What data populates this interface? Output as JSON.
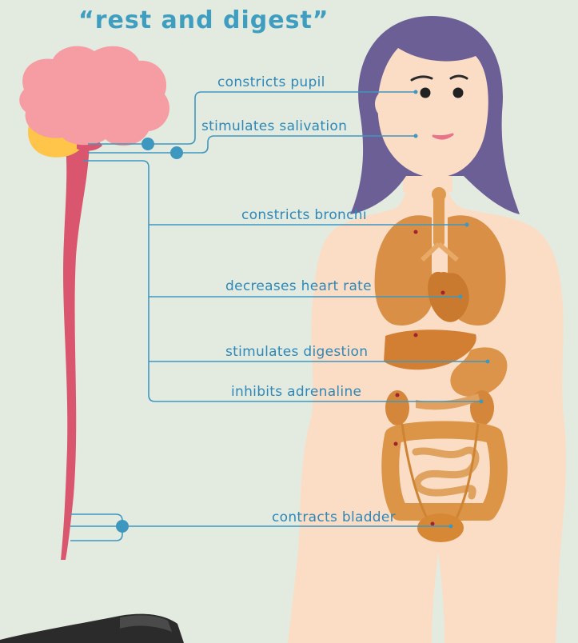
{
  "title": "“rest and digest”",
  "labels": {
    "pupil": "constricts pupil",
    "salivation": "stimulates salivation",
    "bronchi": "constricts bronchi",
    "heart": "decreases heart rate",
    "digestion": "stimulates digestion",
    "adrenaline": "inhibits adrenaline",
    "bladder": "contracts bladder"
  },
  "colors": {
    "background": "#e3ebe1",
    "nerve_line": "#3e97bf",
    "brain": "#f59da3",
    "brainstem": "#ffc54a",
    "spinal_cord": "#d9566e",
    "skin": "#fbdcc5",
    "hair": "#6c5f96",
    "organs": "#d6893a"
  }
}
